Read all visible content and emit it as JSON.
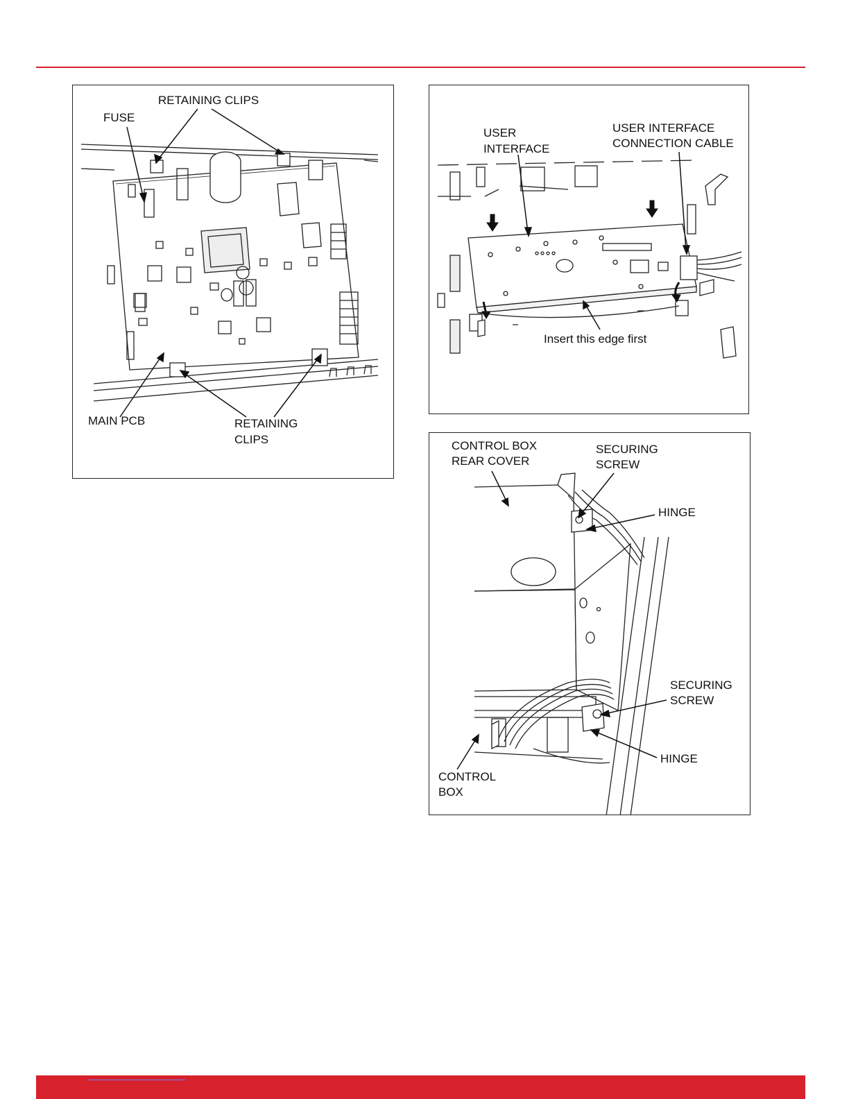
{
  "figures": {
    "main_pcb": {
      "retaining_clips_top": "RETAINING CLIPS",
      "fuse": "FUSE",
      "main_pcb": "MAIN PCB",
      "retaining_clips_bottom_1": "RETAINING",
      "retaining_clips_bottom_2": "CLIPS"
    },
    "user_interface": {
      "user_interface_1": "USER",
      "user_interface_2": "INTERFACE",
      "cable_1": "USER INTERFACE",
      "cable_2": "CONNECTION CABLE",
      "insert_edge": "Insert this edge first"
    },
    "control_box": {
      "rear_cover_1": "CONTROL BOX",
      "rear_cover_2": "REAR COVER",
      "securing_screw_top_1": "SECURING",
      "securing_screw_top_2": "SCREW",
      "hinge_top": "HINGE",
      "securing_screw_bottom_1": "SECURING",
      "securing_screw_bottom_2": "SCREW",
      "hinge_bottom": "HINGE",
      "control_box_1": "CONTROL",
      "control_box_2": "BOX"
    }
  },
  "colors": {
    "accent_red": "#d7212c",
    "line_art": "#222222"
  }
}
